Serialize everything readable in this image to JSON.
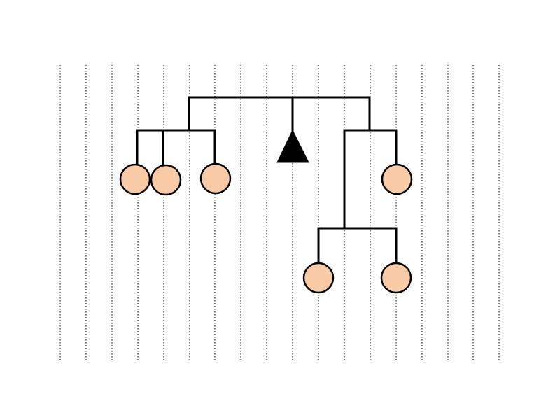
{
  "diagram": {
    "type": "tree",
    "grid": true,
    "colors": {
      "circle_fill": "#f8cba6",
      "triangle_fill": "#000000",
      "line": "#000000"
    },
    "nodes": [
      {
        "id": "root-branch",
        "shape": "junction",
        "children": [
          "left-group",
          "center-triangle",
          "right-group"
        ]
      },
      {
        "id": "left-group",
        "shape": "junction",
        "children": [
          "circle-a",
          "circle-b",
          "circle-c"
        ]
      },
      {
        "id": "center-triangle",
        "shape": "triangle"
      },
      {
        "id": "right-group",
        "shape": "junction",
        "children": [
          "lower-group",
          "circle-d"
        ]
      },
      {
        "id": "lower-group",
        "shape": "junction",
        "children": [
          "circle-e",
          "circle-f"
        ]
      },
      {
        "id": "circle-a",
        "shape": "circle"
      },
      {
        "id": "circle-b",
        "shape": "circle"
      },
      {
        "id": "circle-c",
        "shape": "circle"
      },
      {
        "id": "circle-d",
        "shape": "circle"
      },
      {
        "id": "circle-e",
        "shape": "circle"
      },
      {
        "id": "circle-f",
        "shape": "circle"
      }
    ]
  }
}
